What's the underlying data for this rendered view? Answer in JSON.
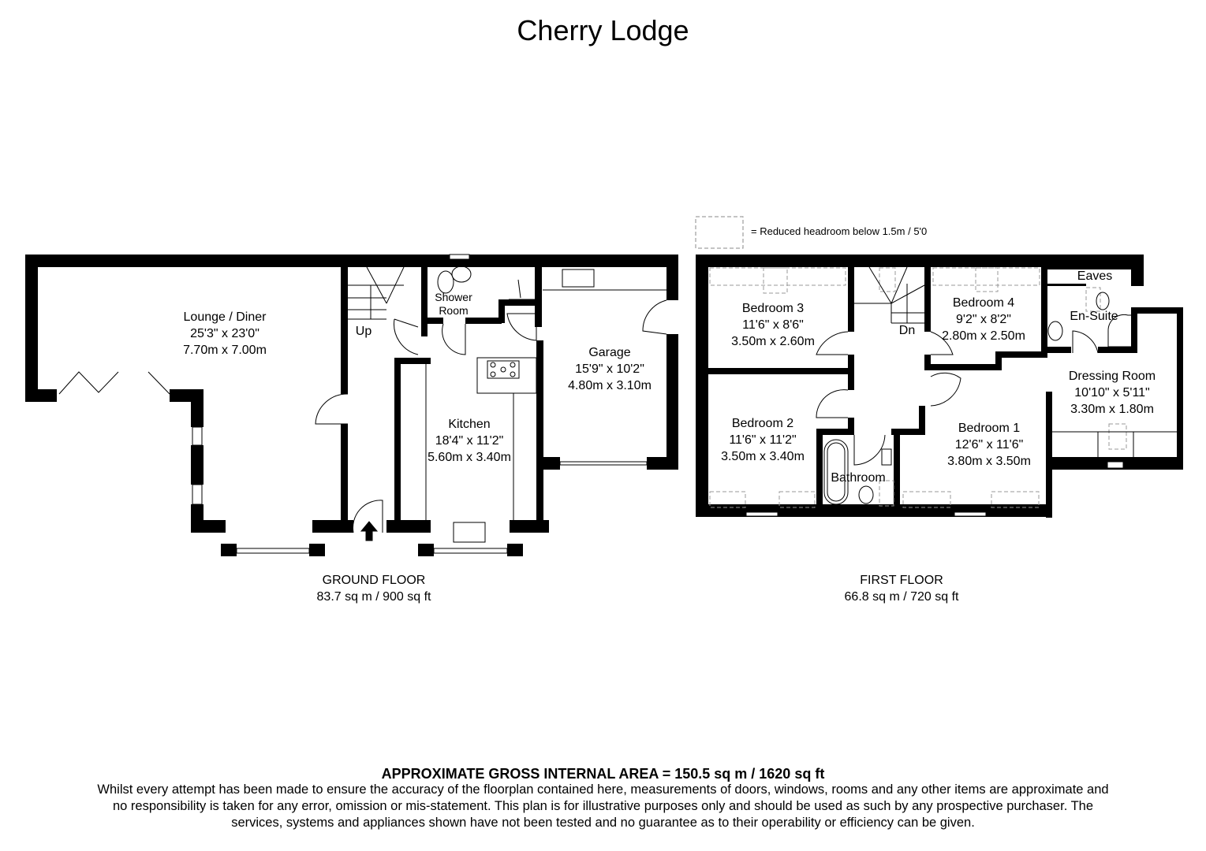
{
  "title": "Cherry Lodge",
  "legend": {
    "text": "= Reduced headroom below 1.5m / 5'0"
  },
  "ground_floor": {
    "label": "GROUND FLOOR",
    "area": "83.7 sq m / 900 sq ft",
    "rooms": {
      "lounge": {
        "name": "Lounge / Diner",
        "imperial": "25'3\" x 23'0\"",
        "metric": "7.70m x 7.00m"
      },
      "kitchen": {
        "name": "Kitchen",
        "imperial": "18'4\" x 11'2\"",
        "metric": "5.60m x 3.40m"
      },
      "garage": {
        "name": "Garage",
        "imperial": "15'9\" x 10'2\"",
        "metric": "4.80m x 3.10m"
      },
      "shower": {
        "name_line1": "Shower",
        "name_line2": "Room"
      }
    },
    "stairs_label": "Up"
  },
  "first_floor": {
    "label": "FIRST FLOOR",
    "area": "66.8 sq m / 720 sq ft",
    "rooms": {
      "bedroom3": {
        "name": "Bedroom 3",
        "imperial": "11'6\" x 8'6\"",
        "metric": "3.50m x 2.60m"
      },
      "bedroom4": {
        "name": "Bedroom 4",
        "imperial": "9'2\" x 8'2\"",
        "metric": "2.80m x 2.50m"
      },
      "bedroom2": {
        "name": "Bedroom 2",
        "imperial": "11'6\" x 11'2\"",
        "metric": "3.50m x 3.40m"
      },
      "bedroom1": {
        "name": "Bedroom 1",
        "imperial": "12'6\" x 11'6\"",
        "metric": "3.80m x 3.50m"
      },
      "dressing": {
        "name": "Dressing Room",
        "imperial": "10'10\" x 5'11\"",
        "metric": "3.30m x 1.80m"
      },
      "ensuite": {
        "name": "En-Suite"
      },
      "eaves": {
        "name": "Eaves"
      },
      "bathroom": {
        "name": "Bathroom"
      }
    },
    "stairs_label": "Dn"
  },
  "footer": {
    "gross_area": "APPROXIMATE GROSS INTERNAL AREA = 150.5 sq m / 1620 sq ft",
    "disclaimer": "Whilst every attempt has been made to ensure the accuracy of the floorplan contained here, measurements of doors, windows, rooms and any other items are approximate and no responsibility is taken for any error, omission or mis-statement. This plan is for illustrative purposes only and should be used as such by any prospective purchaser. The services, systems and appliances shown have not been tested and no guarantee as to their operability or efficiency can be given."
  }
}
